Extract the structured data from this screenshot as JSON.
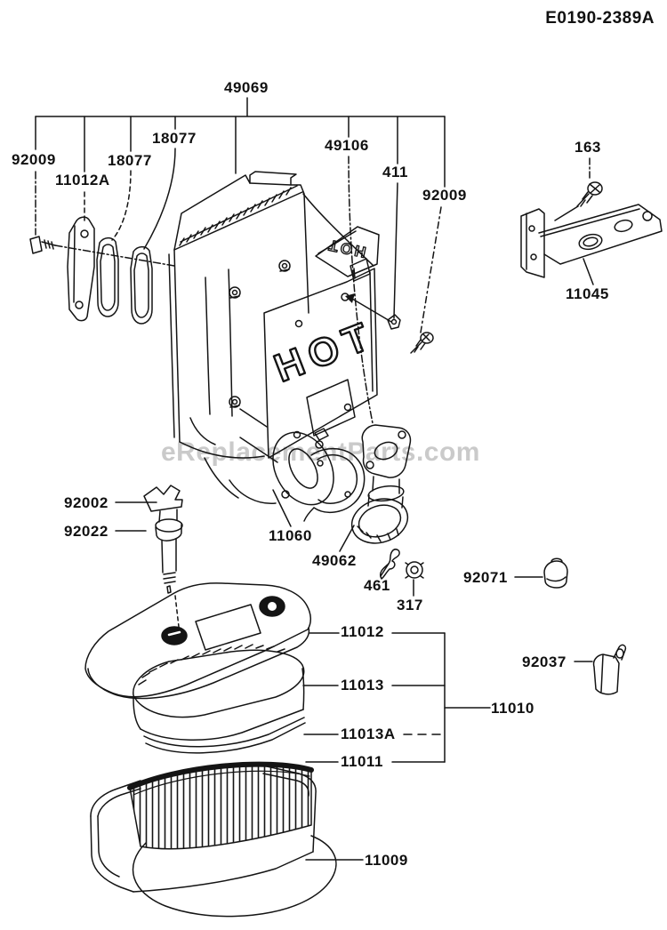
{
  "doc": {
    "code": "E0190-2389A",
    "watermark": "eReplacementParts.com",
    "line_color": "#141414",
    "watermark_color": "#bdbdbd"
  },
  "shield": {
    "hot": "HOT",
    "hot_flap": "HOT"
  },
  "labels": [
    {
      "part": "49069",
      "text": "49069"
    },
    {
      "part": "18077",
      "text": "18077"
    },
    {
      "part": "92009",
      "text": "92009"
    },
    {
      "part": "18077",
      "text": "18077"
    },
    {
      "part": "11012A",
      "text": "11012A"
    },
    {
      "part": "49106",
      "text": "49106"
    },
    {
      "part": "411",
      "text": "411"
    },
    {
      "part": "92009",
      "text": "92009"
    },
    {
      "part": "163",
      "text": "163"
    },
    {
      "part": "11045",
      "text": "11045"
    },
    {
      "part": "92002",
      "text": "92002"
    },
    {
      "part": "92022",
      "text": "92022"
    },
    {
      "part": "11060",
      "text": "11060"
    },
    {
      "part": "49062",
      "text": "49062"
    },
    {
      "part": "461",
      "text": "461"
    },
    {
      "part": "317",
      "text": "317"
    },
    {
      "part": "92071",
      "text": "92071"
    },
    {
      "part": "11012",
      "text": "11012"
    },
    {
      "part": "11013",
      "text": "11013"
    },
    {
      "part": "11010",
      "text": "11010"
    },
    {
      "part": "11013A",
      "text": "11013A"
    },
    {
      "part": "11011",
      "text": "11011"
    },
    {
      "part": "92037",
      "text": "92037"
    },
    {
      "part": "11009",
      "text": "11009"
    }
  ]
}
